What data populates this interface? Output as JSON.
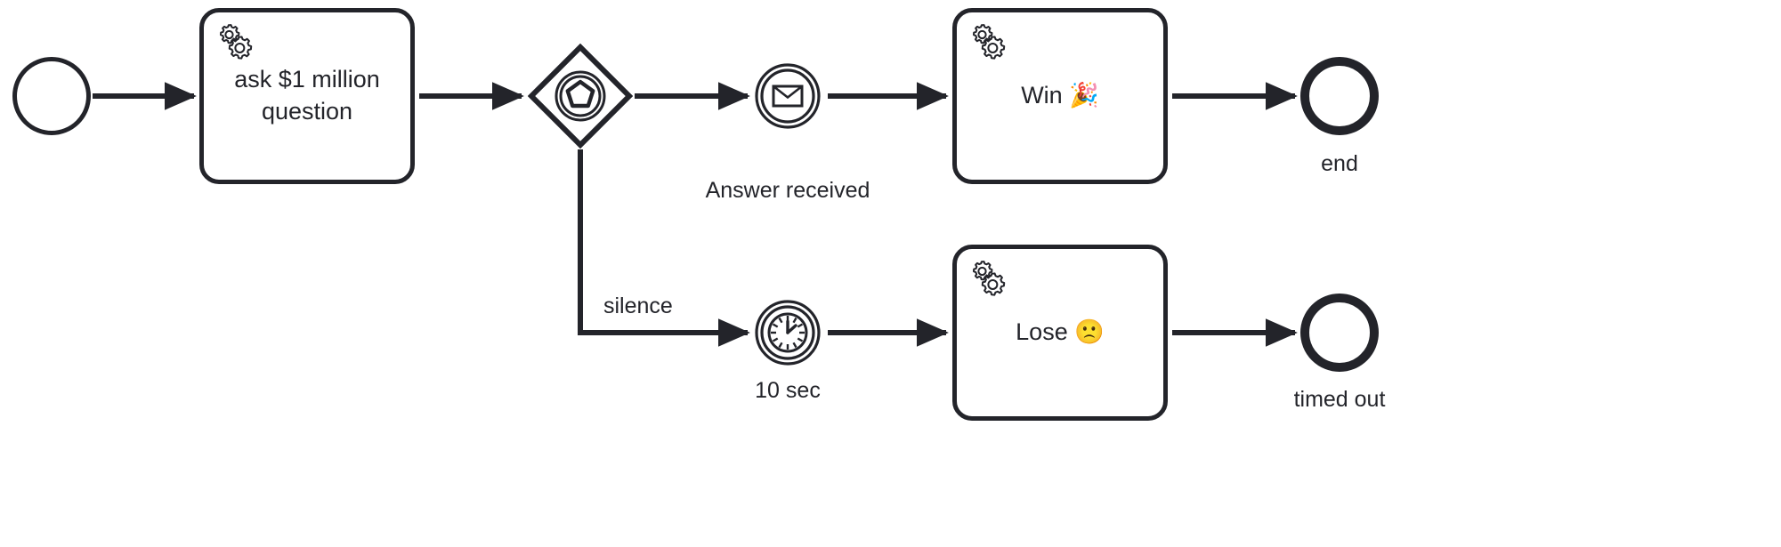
{
  "diagram": {
    "type": "bpmn-process",
    "title": "Millionaire question BPMN process",
    "colors": {
      "stroke": "#23242a",
      "fill": "#ffffff",
      "background": "#ffffff"
    }
  },
  "nodes": {
    "start_event": {
      "name": "start-event",
      "label": ""
    },
    "ask_task": {
      "name": "ask-question-task",
      "label": "ask $1 million\nquestion",
      "icon": "gears-icon"
    },
    "event_gateway": {
      "name": "event-based-gateway",
      "label": "",
      "icon": "pentagon-icon"
    },
    "message_event": {
      "name": "message-intermediate-catch-event",
      "label": "Answer received",
      "icon": "envelope-icon"
    },
    "win_task": {
      "name": "win-task",
      "label": "Win 🎉",
      "icon": "gears-icon"
    },
    "end_event": {
      "name": "end-event",
      "label": "end"
    },
    "timer_event": {
      "name": "timer-intermediate-catch-event",
      "label": "10 sec",
      "icon": "clock-icon"
    },
    "lose_task": {
      "name": "lose-task",
      "label": "Lose 🙁",
      "icon": "gears-icon"
    },
    "timeout_end_event": {
      "name": "timed-out-end-event",
      "label": "timed out"
    }
  },
  "edges": [
    {
      "name": "flow-start-to-ask",
      "label": ""
    },
    {
      "name": "flow-ask-to-gateway",
      "label": ""
    },
    {
      "name": "flow-gateway-to-message",
      "label": ""
    },
    {
      "name": "flow-message-to-win",
      "label": ""
    },
    {
      "name": "flow-win-to-end",
      "label": ""
    },
    {
      "name": "flow-gateway-to-timer",
      "label": "silence"
    },
    {
      "name": "flow-timer-to-lose",
      "label": ""
    },
    {
      "name": "flow-lose-to-timedout",
      "label": ""
    }
  ],
  "edge_labels": {
    "silence": "silence"
  }
}
